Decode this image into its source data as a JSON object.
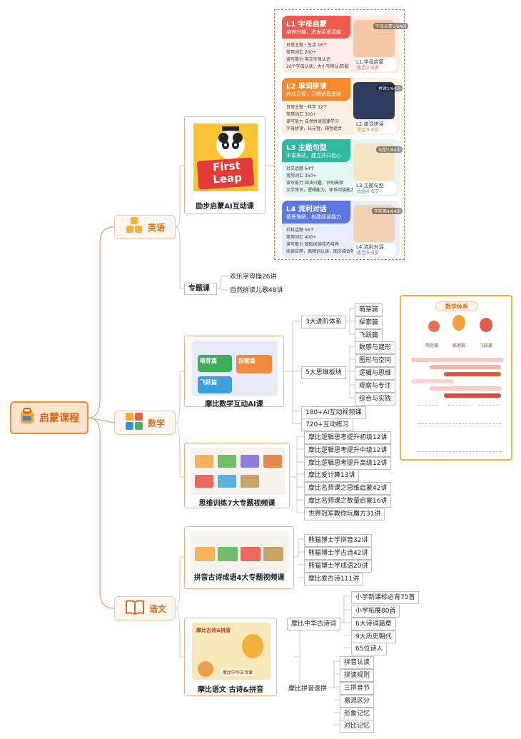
{
  "root": {
    "label": "启蒙课程"
  },
  "english": {
    "label": "英语",
    "course_card": {
      "logo_line1": "First",
      "logo_line2": "Leap",
      "caption": "励步启蒙AI互动课"
    },
    "levels": [
      {
        "title": "L1 字母启蒙",
        "subtitle": "培养兴趣，激发英语潜能",
        "rows": [
          "日常主题・生活 16个",
          "常用词汇 200+",
          "读写能力 英文字母认识"
        ],
        "note": "26个字母认读，大小写辨认/匹配",
        "badge": "字母启蒙1/64讲",
        "pill_title": "L1.字母启蒙",
        "pill_age": "适合2-6岁"
      },
      {
        "title": "L2 单词拼读",
        "subtitle": "养成习惯，习得语音基础",
        "rows": [
          "日常主题・科学 32个",
          "常用词汇 300+",
          "读写能力 自然拼读规律学习"
        ],
        "note": "字母拼读，长元音，辅音组合",
        "badge": "拼读1/64讲",
        "pill_title": "L2.单词拼读",
        "pill_age": "适合3-6岁"
      },
      {
        "title": "L3 主题句型",
        "subtitle": "丰富表达，建立开口信心",
        "rows": [
          "社交话题 64个",
          "常用词汇 350+",
          "读写能力 阅读兴趣，识别高频"
        ],
        "note": "文学常识，逻辑能力，体系阅读能力",
        "badge": "句型1/64讲",
        "pill_title": "L3.主题句型",
        "pill_age": "适合4-6岁"
      },
      {
        "title": "L4 流利对话",
        "subtitle": "情景理解，构建阅读能力",
        "rows": [
          "社科话题 56个",
          "常用词汇 400+",
          "读写能力 基础阅读技巧培养"
        ],
        "note": "阅读应用，高频词认读，图文结合等",
        "badge": "学前第4/64讲",
        "pill_title": "L4.流利对话",
        "pill_age": "适合5-6岁"
      }
    ],
    "topic": {
      "label": "专题课",
      "items": [
        "欢乐字母操26讲",
        "自然拼读儿歌48讲"
      ]
    }
  },
  "math": {
    "label": "数学",
    "course_card": {
      "caption": "摩比数学互动AI课",
      "tiles": [
        "萌芽篇",
        "探索篇",
        "飞跃篇"
      ]
    },
    "stages": {
      "label": "3大进阶体系",
      "items": [
        "萌芽篇",
        "探索篇",
        "飞跃篇"
      ]
    },
    "blocks": {
      "label": "5大思维板块",
      "items": [
        "数感与建形",
        "图形与空间",
        "逻辑与思维",
        "观察与专注",
        "综合与实践"
      ]
    },
    "extras": [
      "180+AI互动视频课",
      "720+互动练习"
    ],
    "video_card": {
      "caption": "思维训练7大专题视频课"
    },
    "videos": [
      "摩比逻辑思考提升初级12讲",
      "摩比逻辑思考提升中级12讲",
      "摩比逻辑思考提升高级12讲",
      "摩比爱计算13讲",
      "摩比名师课之思维启蒙42讲",
      "摩比名师课之数量启蒙16讲",
      "世界冠军教你玩魔方31讲"
    ],
    "panel": {
      "title": "数学体系",
      "stages": [
        "萌芽篇",
        "探索篇",
        "飞跃篇"
      ]
    }
  },
  "chinese": {
    "label": "语文",
    "video_card": {
      "caption": "拼音古诗成语4大专题视频课"
    },
    "videos": [
      "熊猫博士学拼音32讲",
      "熊猫博士学古诗42讲",
      "熊猫博士学成语20讲",
      "摩比爱古诗111讲"
    ],
    "course_card": {
      "caption": "摩比语文 古诗&拼音",
      "banner": "摩比古诗&拼音",
      "sub": "摩比中华古诗课"
    },
    "poetry": {
      "label": "摩比中华古诗词",
      "items": [
        "小学新课标必背75首",
        "小学拓展80首",
        "6大诗词篇章",
        "9大历史朝代",
        "65位诗人"
      ]
    },
    "pinyin": {
      "label": "摩比拼音速拼",
      "items": [
        "拼音认读",
        "拼读规则",
        "三拼音节",
        "易混区分",
        "形象记忆",
        "对比记忆"
      ]
    }
  },
  "colors": {
    "accent": "#f08a3c",
    "l1": "#ef5a4e",
    "l2": "#f6892a",
    "l3": "#2fb8a0",
    "l4": "#5a78e0"
  }
}
